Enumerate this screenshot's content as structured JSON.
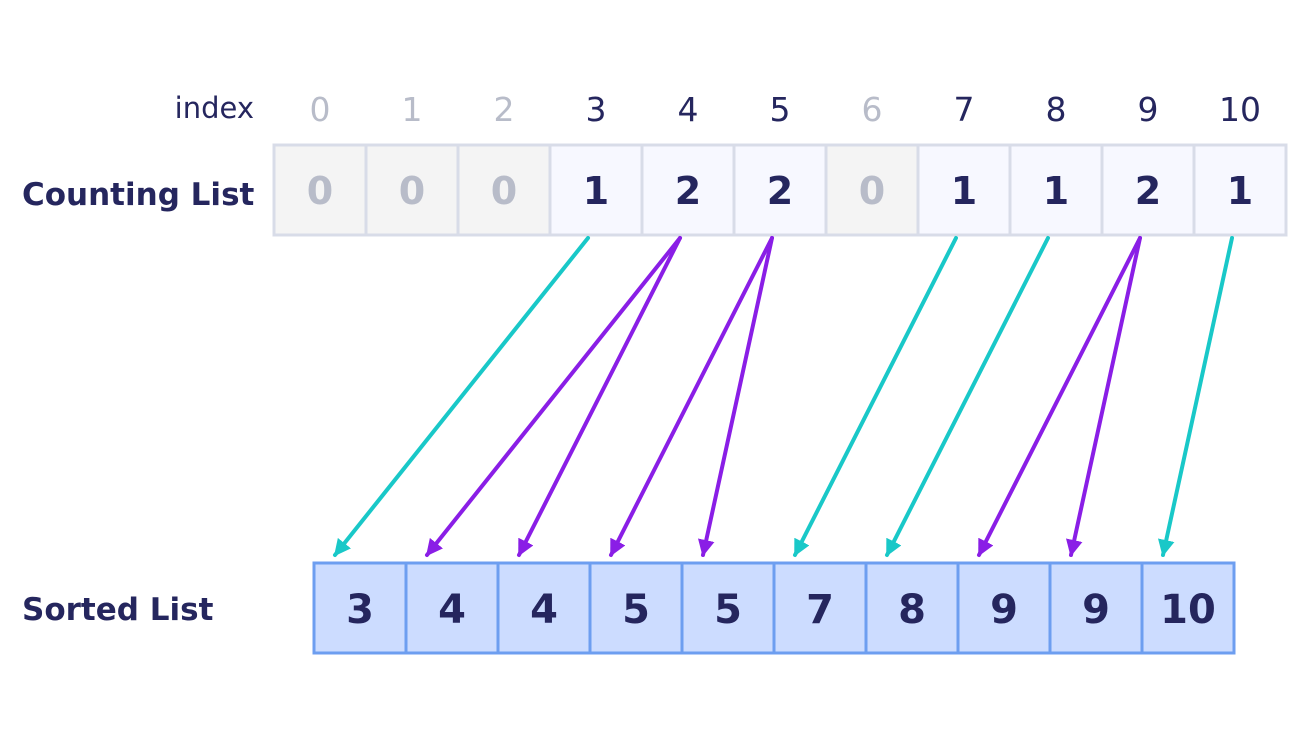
{
  "labels": {
    "index": "index",
    "counting_list": "Counting List",
    "sorted_list": "Sorted List"
  },
  "counting": {
    "indices": [
      "0",
      "1",
      "2",
      "3",
      "4",
      "5",
      "6",
      "7",
      "8",
      "9",
      "10"
    ],
    "counts": [
      "0",
      "0",
      "0",
      "1",
      "2",
      "2",
      "0",
      "1",
      "1",
      "2",
      "1"
    ]
  },
  "sorted": {
    "values": [
      "3",
      "4",
      "4",
      "5",
      "5",
      "7",
      "8",
      "9",
      "9",
      "10"
    ]
  },
  "arrows": [
    {
      "from": 3,
      "to": 0,
      "color": "teal"
    },
    {
      "from": 4,
      "to": 1,
      "color": "purple"
    },
    {
      "from": 4,
      "to": 2,
      "color": "purple"
    },
    {
      "from": 5,
      "to": 3,
      "color": "purple"
    },
    {
      "from": 5,
      "to": 4,
      "color": "purple"
    },
    {
      "from": 7,
      "to": 5,
      "color": "teal"
    },
    {
      "from": 8,
      "to": 6,
      "color": "teal"
    },
    {
      "from": 9,
      "to": 7,
      "color": "purple"
    },
    {
      "from": 9,
      "to": 8,
      "color": "purple"
    },
    {
      "from": 10,
      "to": 9,
      "color": "teal"
    }
  ],
  "colors": {
    "teal": "#19c8c8",
    "purple": "#8a1ee6",
    "text_dark": "#25265e",
    "text_muted": "#b8bcc9",
    "zero_cell_fill": "#f4f4f4",
    "count_cell_fill": "#f7f8ff",
    "count_cell_border": "#d8dce8",
    "sorted_fill": "#ccdcff",
    "sorted_border": "#6d9ef0"
  }
}
